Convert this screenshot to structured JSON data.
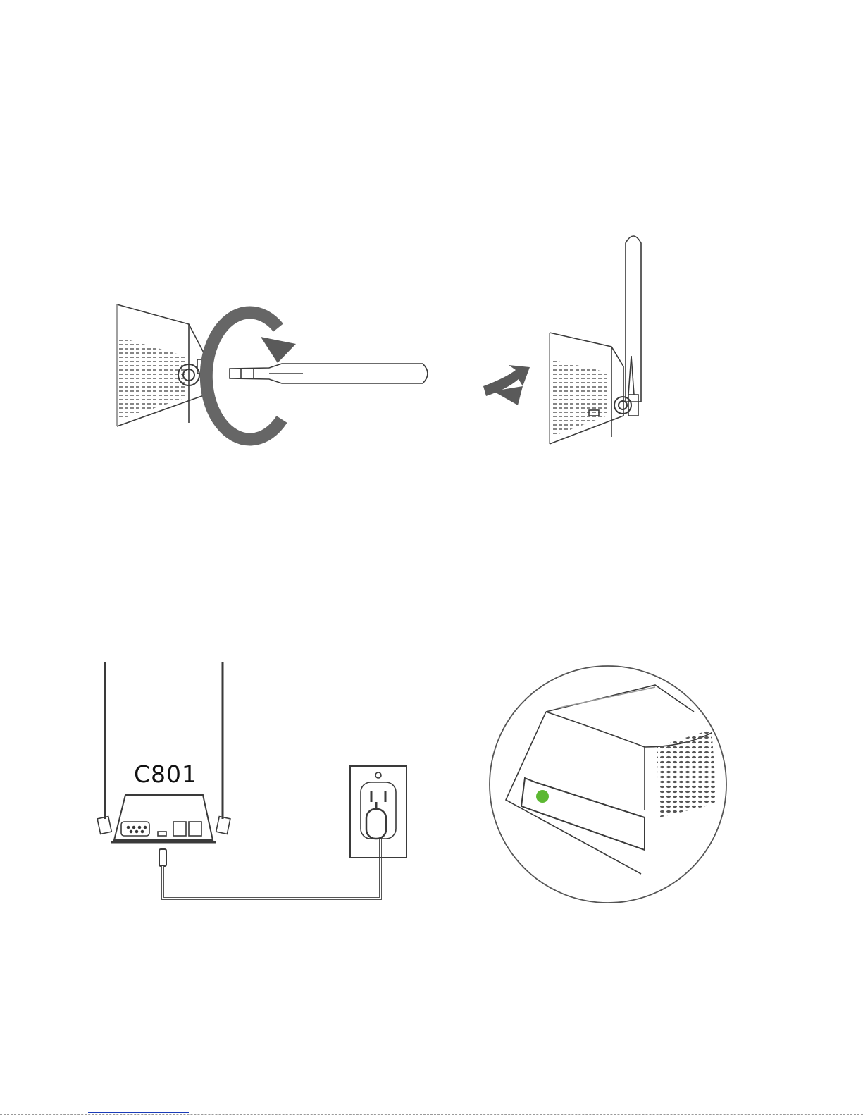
{
  "device": {
    "model_label": "C801"
  },
  "status_indicator": {
    "led_color": "#5cb832"
  },
  "colors": {
    "line": "#3a3a3a",
    "arrow": "#5a5a5a"
  },
  "illustrations": [
    "antenna-screw-on",
    "antenna-attached",
    "power-connection",
    "status-led-closeup"
  ]
}
